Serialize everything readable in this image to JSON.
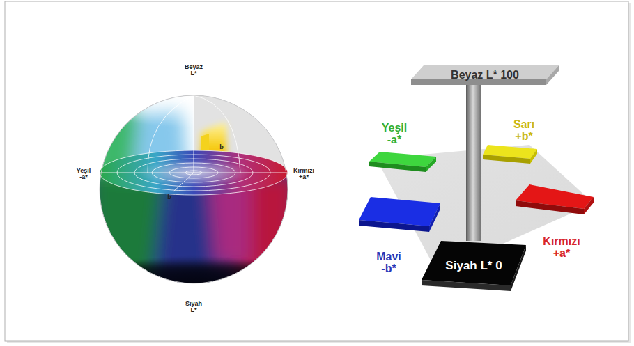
{
  "diagram": {
    "nodes": [
      {
        "text": [
          "Beyaz L* 100"
        ]
      },
      {
        "text": [
          "Siyah L* 0"
        ]
      }
    ],
    "edges": [
      {
        "from": 1,
        "to": 0,
        "arrow": "none"
      }
    ],
    "labels": [
      "Beyaz L*",
      "Yeşil -a*",
      "b",
      "Kırmızı +a*",
      "b",
      "Siyah L*",
      "Yeşil -a*",
      "Sarı +b*",
      "Kırmızı +a*",
      "Mavi -b*"
    ]
  }
}
